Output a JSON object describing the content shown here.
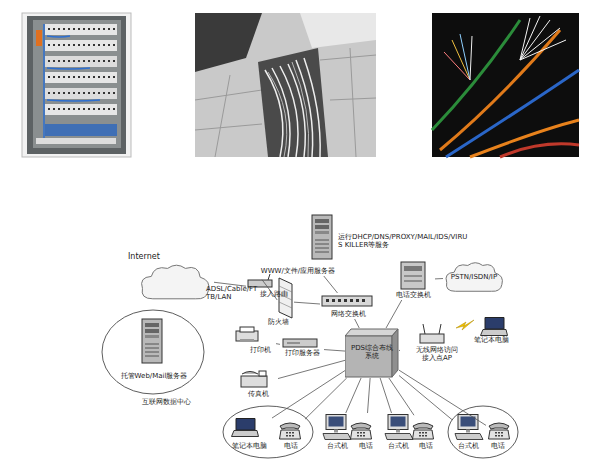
{
  "diagram": {
    "nodes": [
      {
        "text": [
          "Internet"
        ]
      },
      {
        "text": [
          "WWW/文件/应用服务器"
        ]
      },
      {
        "text": [
          "接入路由"
        ]
      },
      {
        "text": [
          "防火墙"
        ]
      },
      {
        "text": [
          "网络交换机"
        ]
      },
      {
        "text": [
          "电话交换机"
        ]
      },
      {
        "text": [
          "PSTN/ISDN/IP"
        ]
      },
      {
        "text": [
          "互联网数据中心"
        ]
      },
      {
        "text": [
          "托管Web/Mail服务器"
        ],
        "in": 7
      },
      {
        "text": [
          "打印机"
        ]
      },
      {
        "text": [
          "打印服务器"
        ]
      },
      {
        "text": [
          "笔记本电脑"
        ]
      },
      {
        "text": [
          "PDS综合布线系统"
        ]
      },
      {
        "text": [
          "无线网络访问接入点AP"
        ]
      },
      {
        "text": [
          "传真机"
        ]
      },
      {
        "text": [
          "笔记本电脑"
        ]
      },
      {
        "text": [
          "电话"
        ]
      },
      {
        "text": [
          "台式机"
        ]
      },
      {
        "text": [
          "电话"
        ]
      },
      {
        "text": [
          "台式机"
        ]
      },
      {
        "text": [
          "电话"
        ]
      },
      {
        "text": [
          "台式机"
        ]
      },
      {
        "text": [
          "电话"
        ]
      }
    ],
    "edges": [
      {
        "from": 0,
        "to": 2,
        "label": "ADSL/Cable/FTTB/LAN",
        "arrow": "none"
      },
      {
        "from": 2,
        "to": 3,
        "arrow": "none"
      },
      {
        "from": 3,
        "to": 4,
        "arrow": "none"
      },
      {
        "from": 4,
        "to": 1,
        "arrow": "none"
      },
      {
        "from": 4,
        "to": 12,
        "arrow": "none"
      },
      {
        "from": 12,
        "to": 5,
        "arrow": "none"
      },
      {
        "from": 5,
        "to": 6,
        "arrow": "none"
      },
      {
        "from": 12,
        "to": 13,
        "arrow": "none"
      },
      {
        "from": 12,
        "to": 10,
        "arrow": "none"
      },
      {
        "from": 10,
        "to": 9,
        "arrow": "none"
      },
      {
        "from": 12,
        "to": 14,
        "arrow": "none"
      },
      {
        "from": 12,
        "to": 15,
        "arrow": "none"
      },
      {
        "from": 12,
        "to": 16,
        "arrow": "none"
      },
      {
        "from": 12,
        "to": 17,
        "arrow": "none"
      },
      {
        "from": 12,
        "to": 18,
        "arrow": "none"
      },
      {
        "from": 12,
        "to": 19,
        "arrow": "none"
      },
      {
        "from": 12,
        "to": 20,
        "arrow": "none"
      },
      {
        "from": 12,
        "to": 21,
        "arrow": "none"
      },
      {
        "from": 12,
        "to": 22,
        "arrow": "none"
      }
    ],
    "labels": [
      "运行DHCP/DNS/PROXY/MAIL/IDS/VIRUS KILLER等服务"
    ]
  }
}
